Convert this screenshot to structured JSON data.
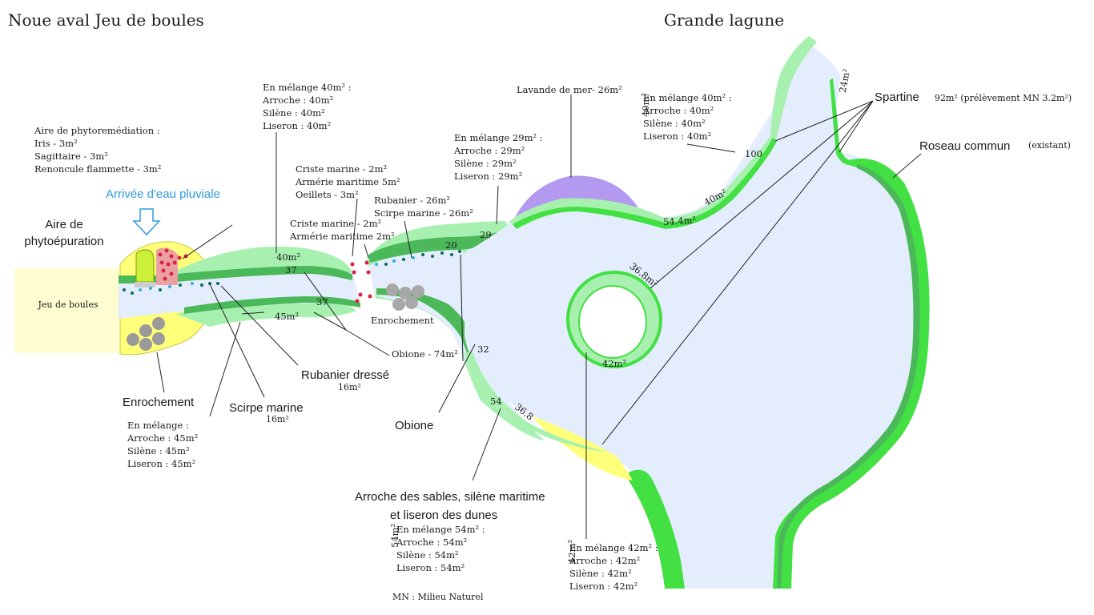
{
  "titles": {
    "left": "Noue aval Jeu de boules",
    "right": "Grande lagune"
  },
  "phyto_zone": {
    "title": "Aire de phytoremédiation :",
    "lines": [
      "Iris - 3m²",
      "Sagittaire - 3m²",
      "Renoncule flammette - 3m²"
    ]
  },
  "rain_label": "Arrivée d'eau pluviale",
  "phyto_area": {
    "line1": "Aire de",
    "line2": "phytoépuration"
  },
  "jeu_de_boules": "Jeu de boules",
  "mix_top": [
    "En mélange 40m² :",
    "Arroche : 40m²",
    "Silène : 40m²",
    "Liseron : 40m²"
  ],
  "criste_upper": [
    "Criste marine - 2m²",
    "Armérie maritime 5m²",
    "Oeillets - 3m²"
  ],
  "criste_lower": [
    "Criste marine - 2m²",
    "Armérie maritime 2m²"
  ],
  "rubanier_small": [
    "Rubanier - 26m²",
    "Scirpe marine - 26m²"
  ],
  "mix_29": [
    "En mélange 29m² :",
    "Arroche : 29m²",
    "Silène : 29m²",
    "Liseron : 29m²"
  ],
  "lavande": "Lavande de mer- 26m²",
  "mix_right": [
    "En mélange 40m² :",
    "Arroche : 40m²",
    "Silène : 40m²",
    "Liseron : 40m²"
  ],
  "spartine": {
    "name": "Spartine",
    "detail": "92m² (prélèvement MN 3.2m²)"
  },
  "roseau": {
    "name": "Roseau commun",
    "detail": "(existant)"
  },
  "enrochement_left": "Enrochement",
  "enrochement_mid": "Enrochement",
  "obione_small": "Obione - 74m²",
  "rubanier_dresse": {
    "name": "Rubanier dressé",
    "area": "16m²"
  },
  "scirpe_marine": {
    "name": "Scirpe marine",
    "area": "16m²"
  },
  "obione": "Obione",
  "mix_45": [
    "En mélange :",
    "Arroche : 45m²",
    "Silène : 45m²",
    "Liseron : 45m²"
  ],
  "arroche_sables": {
    "line1": "Arroche des sables, silène maritime",
    "line2": "et liseron des dunes"
  },
  "mix_54": [
    "En mélange 54m² :",
    "Arroche : 54m²",
    "Silène : 54m²",
    "Liseron : 54m²"
  ],
  "mix_42": [
    "En mélange 42m² :",
    "Arroche : 42m²",
    "Silène : 42m²",
    "Liseron : 42m²"
  ],
  "mn_note": "MN : Milieu Naturel",
  "measures": {
    "m40_top": "40m²",
    "m37_top": "37",
    "m37_bottom": "37",
    "m45": "45m²",
    "m20": "20",
    "m29": "29",
    "m32": "32",
    "m54": "54",
    "m36_8_bottom": "36.8",
    "m100": "100",
    "m40_right": "40m²",
    "m54_4": "54.4m²",
    "m24": "24m²",
    "m36_8_island": "36.8m²",
    "m42_island": "42m²",
    "v40": "40m²",
    "v54": "54m²",
    "v42": "42m²"
  },
  "colors": {
    "water": "#e3edfb",
    "light_green": "#a8f0b0",
    "mid_green": "#4bb85a",
    "bright_green": "#43e043",
    "yellow": "#ffff7a",
    "pale_yellow": "#fdfdd0",
    "lavender": "#b399ef",
    "rain_blue": "#2f9bdc"
  }
}
